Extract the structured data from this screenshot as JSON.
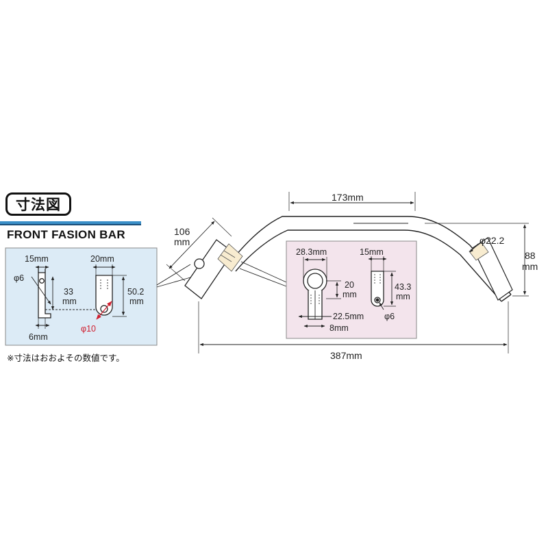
{
  "section_title": "寸法図",
  "product_name": "FRONT FASION BAR",
  "note": "※寸法はおおよその数値です。",
  "colors": {
    "accent_blue": "#3a8fc8",
    "left_panel_bg": "#dcebf6",
    "right_panel_bg": "#f3e4ec",
    "dimension_red": "#d01f2f"
  },
  "left_detail": {
    "dim_15mm": "15mm",
    "dim_20mm": "20mm",
    "dim_phi6": "φ6",
    "dim_33": "33",
    "dim_33_unit": "mm",
    "dim_50_2": "50.2",
    "dim_50_2_unit": "mm",
    "dim_phi10": "φ10",
    "dim_6mm": "6mm"
  },
  "right_detail": {
    "dim_28_3mm": "28.3mm",
    "dim_15mm": "15mm",
    "dim_20": "20",
    "dim_20_unit": "mm",
    "dim_43_3": "43.3",
    "dim_43_3_unit": "mm",
    "dim_22_5mm": "22.5mm",
    "dim_phi6": "φ6",
    "dim_8mm": "8mm"
  },
  "main_dimensions": {
    "dim_106": "106",
    "dim_106_unit": "mm",
    "dim_173mm": "173mm",
    "dim_phi22_2": "φ22.2",
    "dim_88": "88",
    "dim_88_unit": "mm",
    "dim_387mm": "387mm"
  }
}
